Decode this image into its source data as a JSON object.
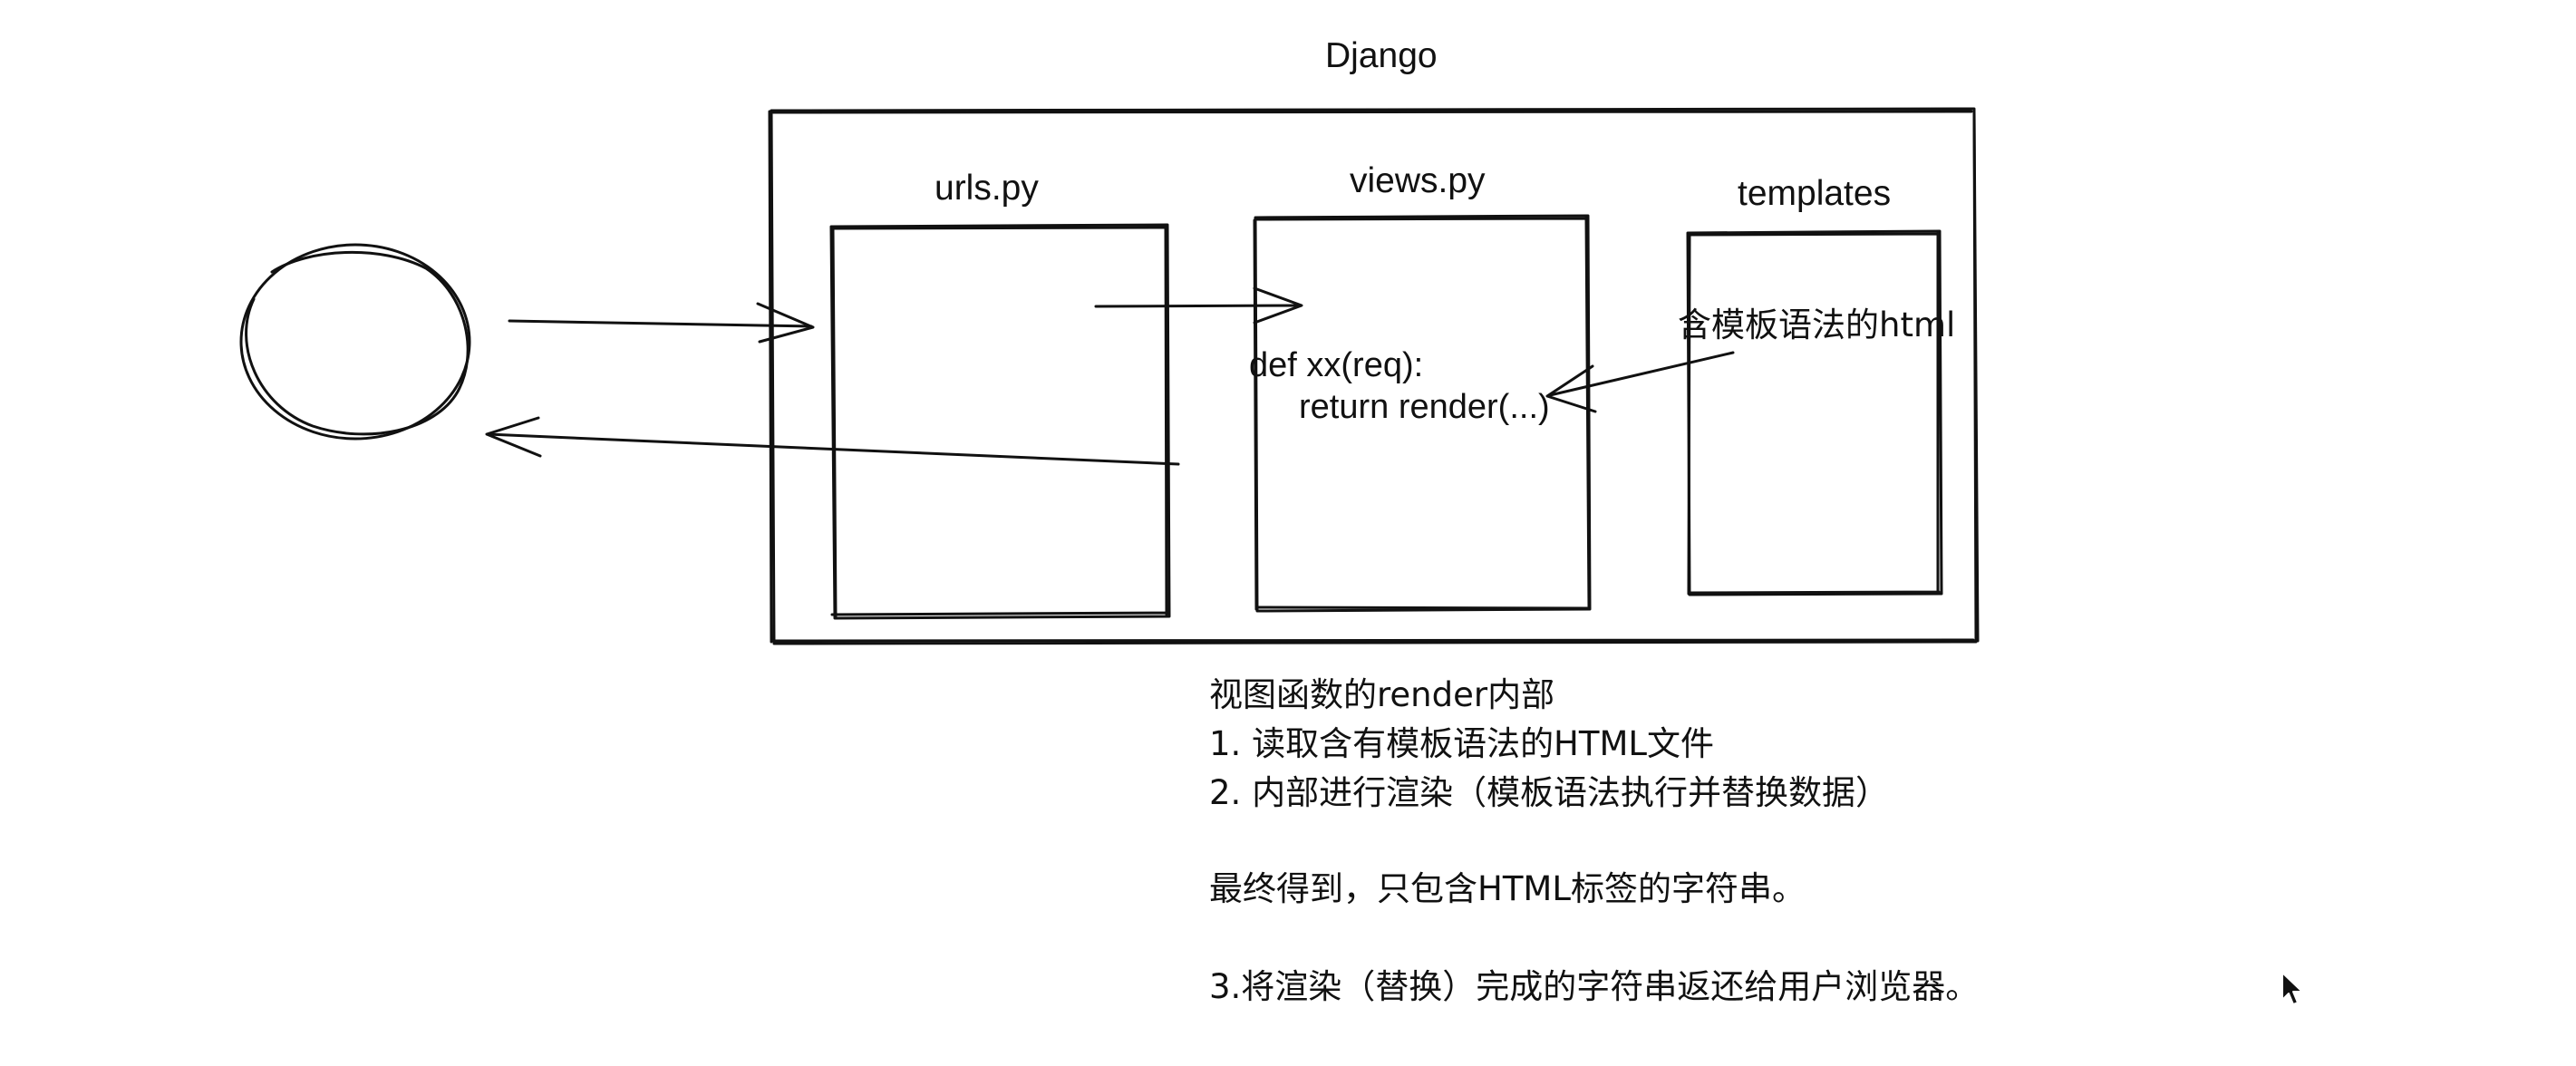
{
  "diagram": {
    "title": "Django",
    "boxes": {
      "urls": "urls.py",
      "views": "views.py",
      "templates": "templates"
    },
    "views_code": {
      "line1": "def xx(req):",
      "line2": "return render(...)"
    },
    "template_content": "含模板语法的html"
  },
  "notes": {
    "heading": "视图函数的render内部",
    "step1": "1. 读取含有模板语法的HTML文件",
    "step2": "2. 内部进行渲染（模板语法执行并替换数据）",
    "result": "最终得到，只包含HTML标签的字符串。",
    "step3": "3.将渲染（替换）完成的字符串返还给用户浏览器。"
  },
  "icons": {
    "client": "browser-client-circle",
    "pointer": "mouse-pointer-icon"
  },
  "colors": {
    "stroke": "#111111",
    "background": "#ffffff"
  }
}
